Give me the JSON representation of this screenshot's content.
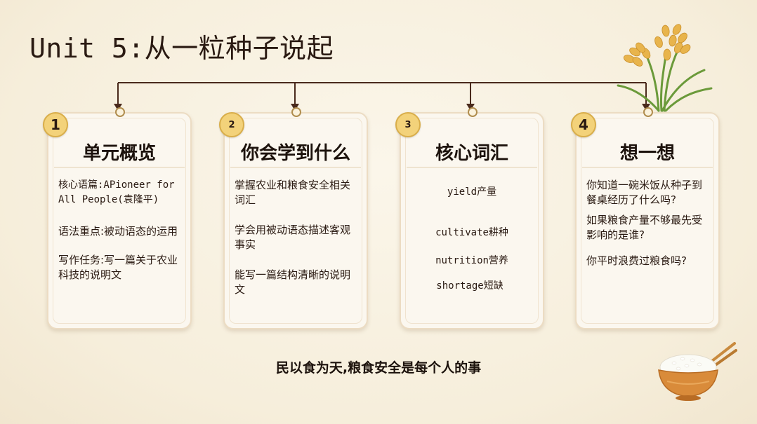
{
  "title": "Unit 5:从一粒种子说起",
  "cards": [
    {
      "num": "1",
      "heading": "单元概览",
      "items": [
        "核心语篇:APioneer for All People(袁隆平)",
        "语法重点:被动语态的运用",
        "写作任务:写一篇关于农业科技的说明文"
      ]
    },
    {
      "num": "2",
      "heading": "你会学到什么",
      "items": [
        "掌握农业和粮食安全相关词汇",
        "学会用被动语态描述客观事实",
        "能写一篇结构清晰的说明文"
      ]
    },
    {
      "num": "3",
      "heading": "核心词汇",
      "items": [
        "yield产量",
        "cultivate耕种",
        "nutrition营养",
        "shortage短缺"
      ]
    },
    {
      "num": "4",
      "heading": "想一想",
      "items": [
        "你知道一碗米饭从种子到餐桌经历了什么吗?",
        "如果粮食产量不够最先受影响的是谁?",
        "你平时浪费过粮食吗?"
      ]
    }
  ],
  "footer": "民以食为天,粮食安全是每个人的事",
  "icons": [
    "rice-plant-icon",
    "rice-bowl-icon",
    "chopsticks-icon"
  ],
  "colors": {
    "accent": "#f3d27a",
    "line": "#4a2a1c",
    "text": "#2a1a12"
  }
}
